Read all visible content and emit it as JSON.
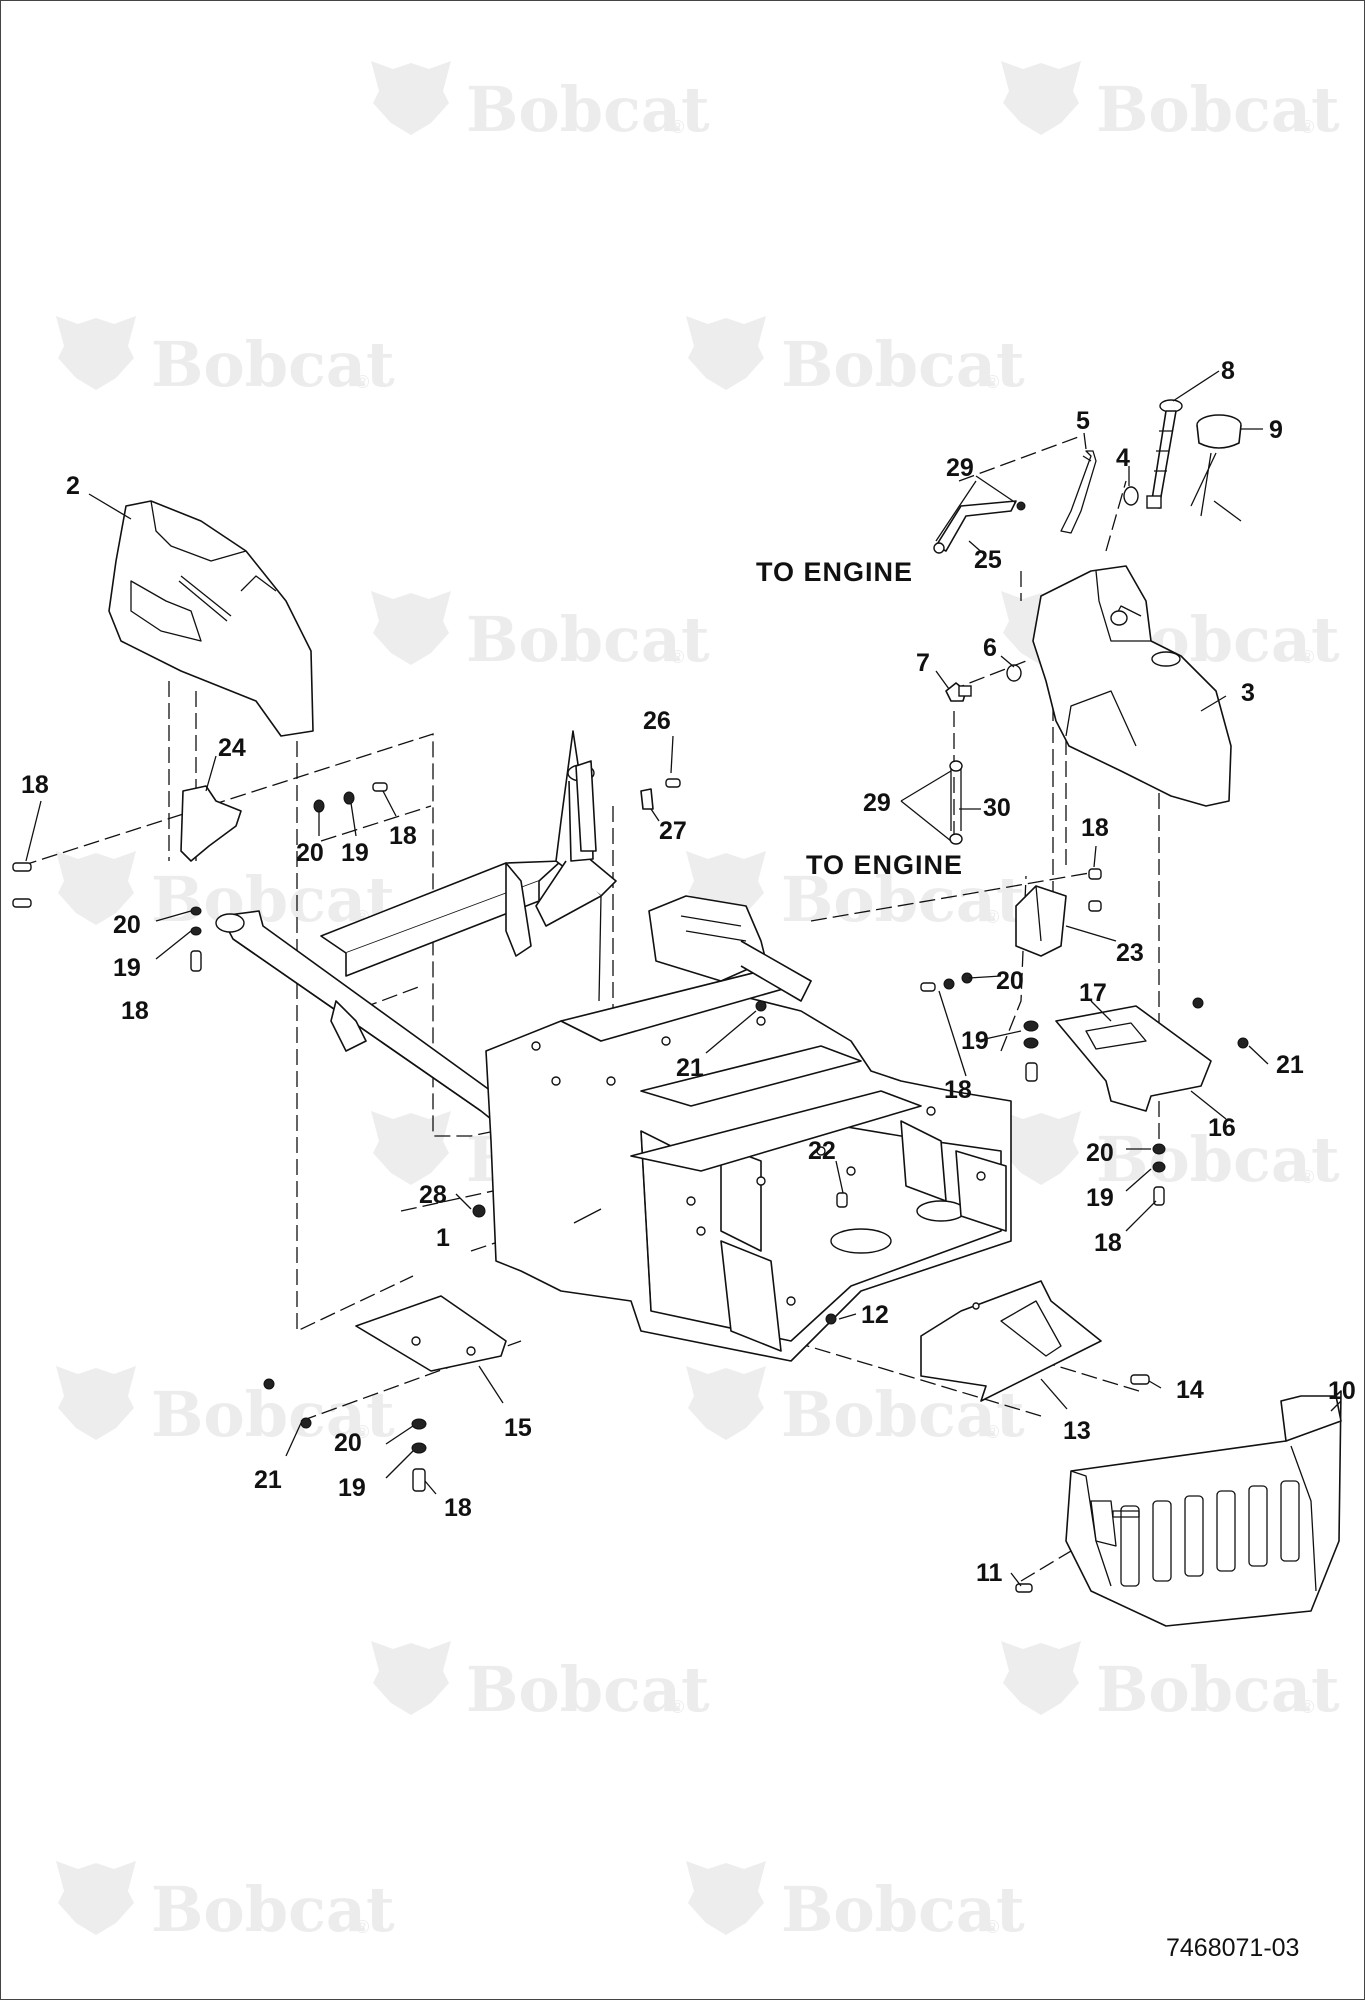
{
  "watermark": {
    "brand": "Bobcat",
    "mark": "®"
  },
  "notes": {
    "to_engine_1": "TO ENGINE",
    "to_engine_2": "TO ENGINE"
  },
  "document_number": "7468071-03",
  "callouts": [
    "1",
    "2",
    "3",
    "4",
    "5",
    "6",
    "7",
    "8",
    "9",
    "10",
    "11",
    "12",
    "13",
    "14",
    "15",
    "16",
    "17",
    "18",
    "19",
    "20",
    "21",
    "22",
    "23",
    "24",
    "25",
    "26",
    "27",
    "28",
    "29",
    "30"
  ]
}
